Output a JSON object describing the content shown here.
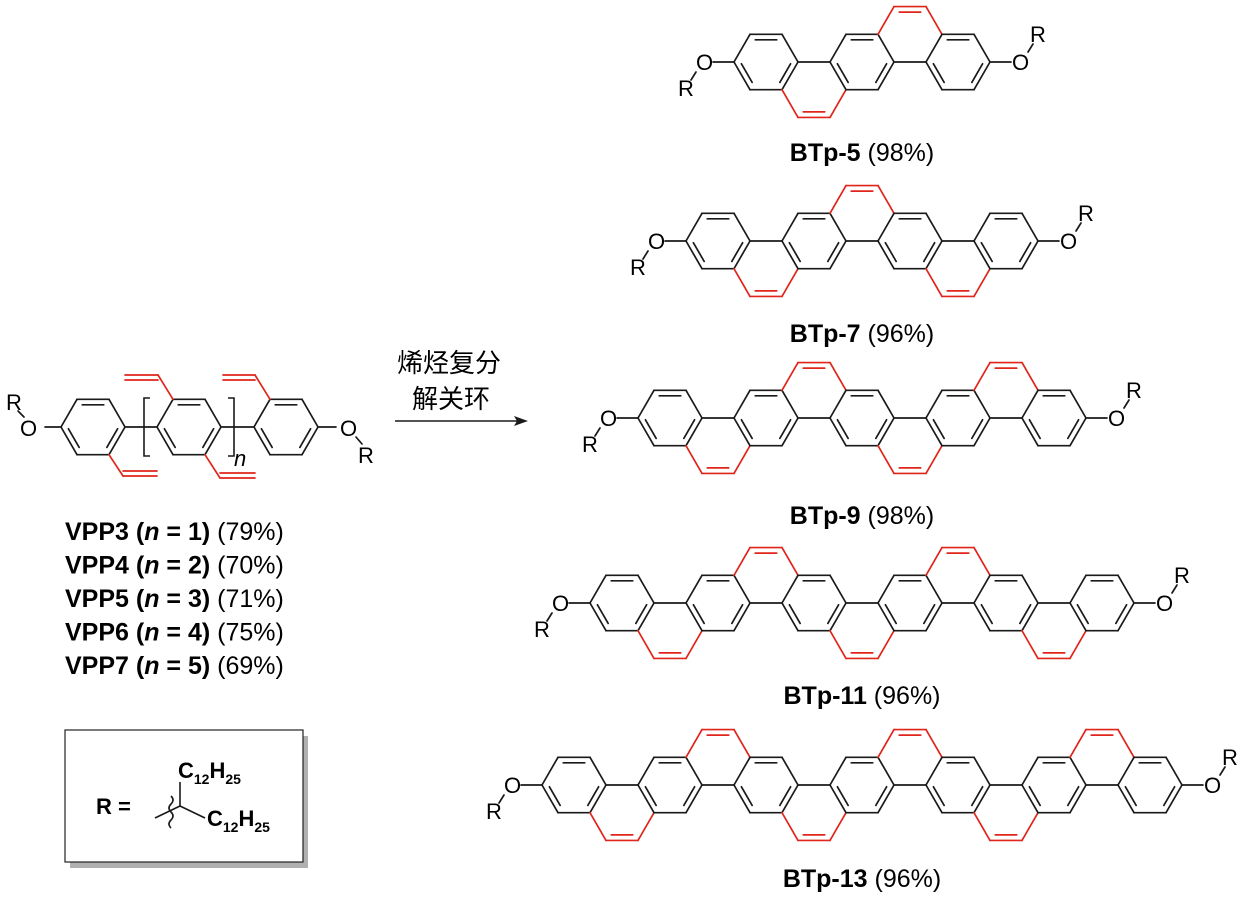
{
  "colors": {
    "bond": "#1a1a1a",
    "new_ring": "#e0261b",
    "box_shadow": "#b0b0b0"
  },
  "reaction": {
    "conditions_line1": "烯烃复分",
    "conditions_line2": "解关环"
  },
  "starting_material": {
    "atoms": {
      "O": "O",
      "R": "R"
    },
    "repeat_subscript": "n",
    "products": [
      {
        "name": "VPP3",
        "n_text": "(",
        "n_var": "n",
        "n_eq": " = 1)",
        "yield": "(79%)"
      },
      {
        "name": "VPP4",
        "n_text": "(",
        "n_var": "n",
        "n_eq": " = 2)",
        "yield": "(70%)"
      },
      {
        "name": "VPP5",
        "n_text": "(",
        "n_var": "n",
        "n_eq": " = 3)",
        "yield": "(71%)"
      },
      {
        "name": "VPP6",
        "n_text": "(",
        "n_var": "n",
        "n_eq": " = 4)",
        "yield": "(75%)"
      },
      {
        "name": "VPP7",
        "n_text": "(",
        "n_var": "n",
        "n_eq": " = 5)",
        "yield": "(69%)"
      }
    ]
  },
  "r_group": {
    "label": "R =",
    "chain1": "C",
    "chain1_sub": "12",
    "chain1_h": "H",
    "chain1_hsub": "25",
    "chain2": "C",
    "chain2_sub": "12",
    "chain2_h": "H",
    "chain2_hsub": "25"
  },
  "molecules": [
    {
      "name": "BTp-5",
      "yield": "(98%)",
      "rings": 5
    },
    {
      "name": "BTp-7",
      "yield": "(96%)",
      "rings": 7
    },
    {
      "name": "BTp-9",
      "yield": "(98%)",
      "rings": 9
    },
    {
      "name": "BTp-11",
      "yield": "(96%)",
      "rings": 11
    },
    {
      "name": "BTp-13",
      "yield": "(96%)",
      "rings": 13
    }
  ]
}
